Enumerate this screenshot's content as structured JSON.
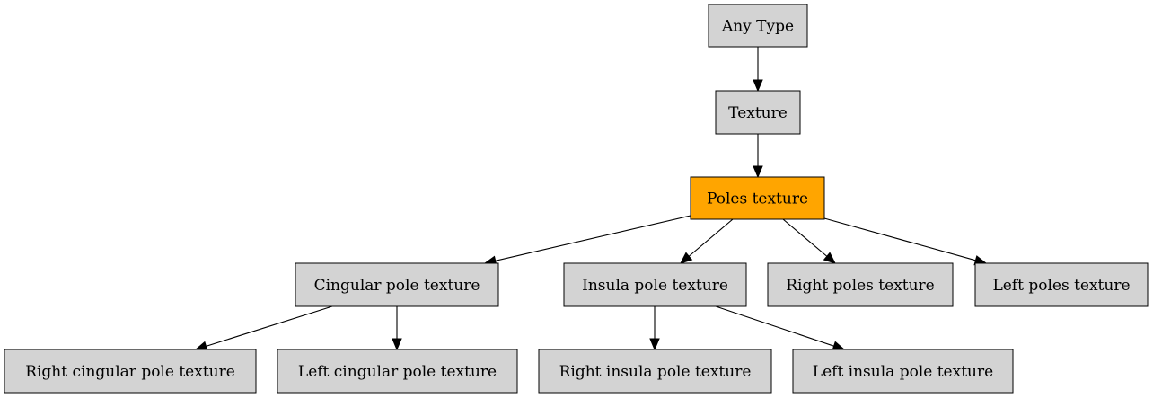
{
  "diagram": {
    "colors": {
      "node_fill": "#d3d3d3",
      "highlight_fill": "#ffa500",
      "border": "#000000",
      "edge": "#000000"
    },
    "nodes": [
      {
        "id": "any_type",
        "label": "Any Type",
        "highlight": false
      },
      {
        "id": "texture",
        "label": "Texture",
        "highlight": false
      },
      {
        "id": "poles_texture",
        "label": "Poles texture",
        "highlight": true
      },
      {
        "id": "cingular_pole_texture",
        "label": "Cingular pole texture",
        "highlight": false
      },
      {
        "id": "insula_pole_texture",
        "label": "Insula pole texture",
        "highlight": false
      },
      {
        "id": "right_poles_texture",
        "label": "Right poles texture",
        "highlight": false
      },
      {
        "id": "left_poles_texture",
        "label": "Left poles texture",
        "highlight": false
      },
      {
        "id": "right_cingular_pole_texture",
        "label": "Right cingular pole texture",
        "highlight": false
      },
      {
        "id": "left_cingular_pole_texture",
        "label": "Left cingular pole texture",
        "highlight": false
      },
      {
        "id": "right_insula_pole_texture",
        "label": "Right insula pole texture",
        "highlight": false
      },
      {
        "id": "left_insula_pole_texture",
        "label": "Left insula pole texture",
        "highlight": false
      }
    ],
    "edges": [
      {
        "from": "any_type",
        "to": "texture"
      },
      {
        "from": "texture",
        "to": "poles_texture"
      },
      {
        "from": "poles_texture",
        "to": "cingular_pole_texture"
      },
      {
        "from": "poles_texture",
        "to": "insula_pole_texture"
      },
      {
        "from": "poles_texture",
        "to": "right_poles_texture"
      },
      {
        "from": "poles_texture",
        "to": "left_poles_texture"
      },
      {
        "from": "cingular_pole_texture",
        "to": "right_cingular_pole_texture"
      },
      {
        "from": "cingular_pole_texture",
        "to": "left_cingular_pole_texture"
      },
      {
        "from": "insula_pole_texture",
        "to": "right_insula_pole_texture"
      },
      {
        "from": "insula_pole_texture",
        "to": "left_insula_pole_texture"
      }
    ]
  }
}
